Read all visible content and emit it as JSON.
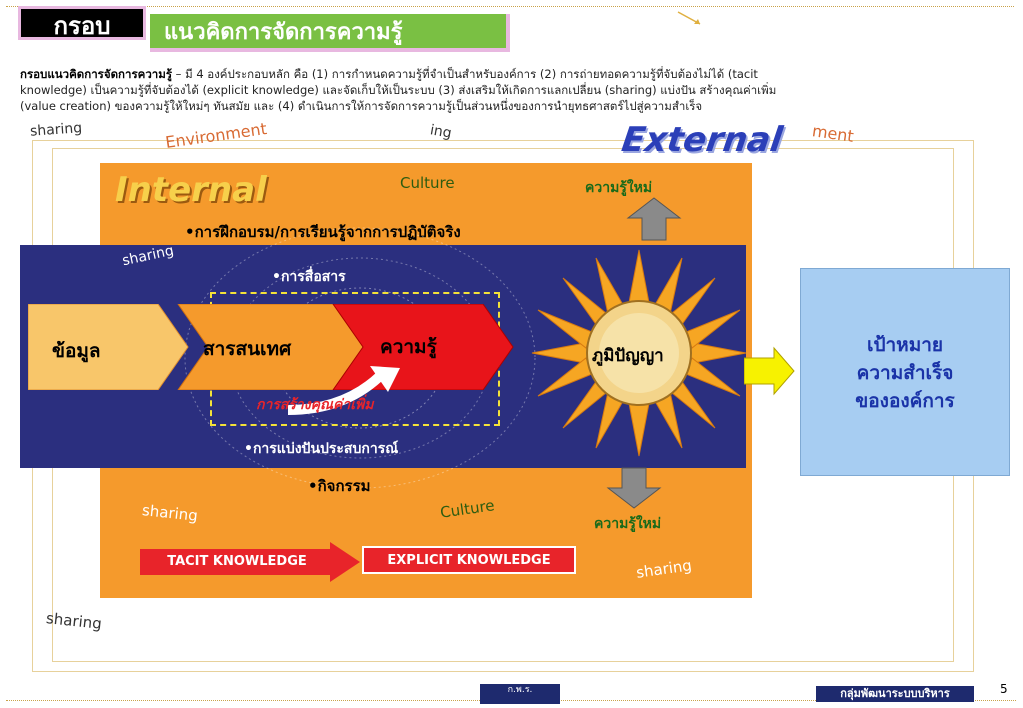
{
  "header": {
    "tag": "กรอบ",
    "title": "แนวคิดการจัดการความรู้"
  },
  "intro": {
    "bold": "กรอบแนวคิดการจัดการความรู้",
    "line1": " – มี 4 องค์ประกอบหลัก คือ (1) การกำหนดความรู้ที่จำเป็นสำหรับองค์การ (2) การถ่ายทอดความรู้ที่จับต้องไม่ได้ (tacit",
    "line2": "knowledge) เป็นความรู้ที่จับต้องได้ (explicit knowledge) และจัดเก็บให้เป็นระบบ (3) ส่งเสริมให้เกิดการแลกเปลี่ยน (sharing) แบ่งปัน สร้างคุณค่าเพิ่ม",
    "line3": "(value creation) ของความรู้ให้ใหม่ๆ ทันสมัย และ (4) ดำเนินการให้การจัดการความรู้เป็นส่วนหนึ่งของการนำยุทธศาสตร์ไปสู่ความสำเร็จ"
  },
  "diagram": {
    "sharing": "sharing",
    "environment": "Environment",
    "environment_tail": "ment",
    "sharing_partial": "ing",
    "external": "External",
    "internal": "Internal",
    "culture": "Culture",
    "new_knowledge": "ความรู้ใหม่",
    "bullet_training": "•การฝึกอบรม/การเรียนรู้จากการปฏิบัติจริง",
    "bullet_communication": "•การสื่อสาร",
    "bullet_sharing_experience": "•การแบ่งปันประสบการณ์",
    "bullet_activity": "•กิจกรรม",
    "data": "ข้อมูล",
    "information": "สารสนเทศ",
    "knowledge": "ความรู้",
    "wisdom": "ภูมิปัญญา",
    "value_creation": "การสร้างคุณค่าเพิ่ม",
    "goal_line1": "เป้าหมาย",
    "goal_line2": "ความสำเร็จ",
    "goal_line3": "ขององค์การ",
    "tacit": "TACIT KNOWLEDGE",
    "explicit": "EXPLICIT KNOWLEDGE"
  },
  "footer": {
    "logo": "ก.พ.ร.",
    "group": "กลุ่มพัฒนาระบบบริหาร",
    "page": "5"
  },
  "colors": {
    "orange": "#f59a2c",
    "navy": "#2b2f7f",
    "green": "#7ac043",
    "red": "#e8242a",
    "goal_blue": "#a7cdf2"
  }
}
